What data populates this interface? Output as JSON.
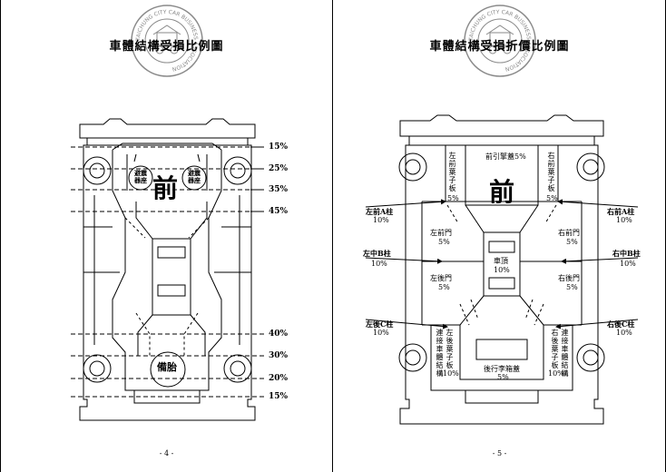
{
  "left_page": {
    "title": "車體結構受損比例圖",
    "page_number": "- 4 -",
    "front_label": "前",
    "spare_tire_label": "備胎",
    "shock_tower_label": "避震器座",
    "percent_lines": [
      "15%",
      "25%",
      "35%",
      "45%",
      "40%",
      "30%",
      "20%",
      "15%"
    ]
  },
  "right_page": {
    "title": "車體結構受損折價比例圖",
    "page_number": "- 5 -",
    "front_label": "前",
    "hood_label": "前引擎蓋5%",
    "left_front_fender": "左前葉子板",
    "left_front_fender_pct": "5%",
    "right_front_fender": "右前葉子板",
    "right_front_fender_pct": "5%",
    "left_a_pillar": "左前A柱",
    "left_a_pillar_pct": "10%",
    "right_a_pillar": "右前A柱",
    "right_a_pillar_pct": "10%",
    "left_b_pillar": "左中B柱",
    "left_b_pillar_pct": "10%",
    "right_b_pillar": "右中B柱",
    "right_b_pillar_pct": "10%",
    "left_c_pillar": "左後C柱",
    "left_c_pillar_pct": "10%",
    "right_c_pillar": "右後C柱",
    "right_c_pillar_pct": "10%",
    "left_front_door": "左前門",
    "left_front_door_pct": "5%",
    "right_front_door": "右前門",
    "right_front_door_pct": "5%",
    "left_rear_door": "左後門",
    "left_rear_door_pct": "5%",
    "right_rear_door": "右後門",
    "right_rear_door_pct": "5%",
    "roof": "車頂",
    "roof_pct": "10%",
    "left_rear_fender": "左後葉子板",
    "right_rear_fender": "右後葉子板",
    "left_rear_fender_pct": "10%",
    "right_rear_fender_pct": "10%",
    "left_body_joint": "連接車體結構",
    "right_body_joint": "連接車體結構",
    "trunk_lid": "後行李箱蓋",
    "trunk_lid_pct": "5%"
  },
  "seal_text": "TAICHUNG CITY CAR BUSINESS ASSOCIATION",
  "colors": {
    "line": "#000000",
    "seal": "#8a8a8a",
    "paper": "#ffffff"
  }
}
